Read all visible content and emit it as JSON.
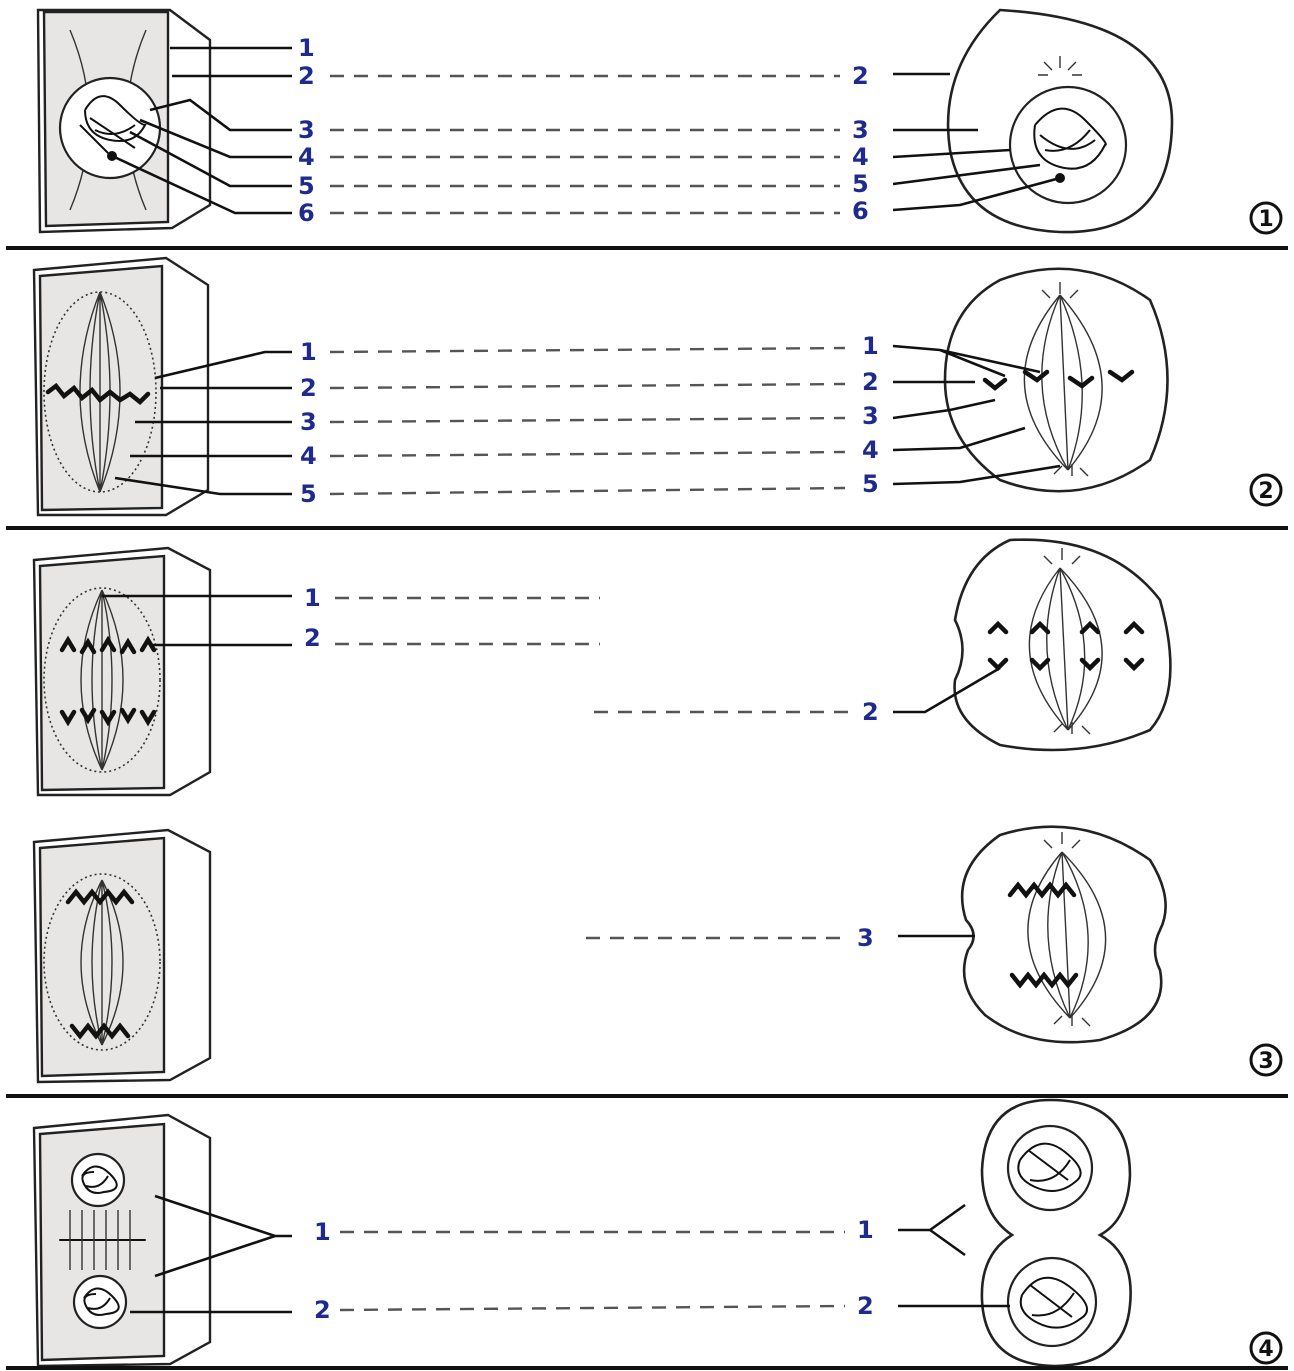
{
  "stages": [
    {
      "stage_number": "1",
      "labels_left": [
        "1",
        "2",
        "3",
        "4",
        "5",
        "6"
      ],
      "labels_right": [
        "2",
        "3",
        "4",
        "5",
        "6"
      ]
    },
    {
      "stage_number": "2",
      "labels_left": [
        "1",
        "2",
        "3",
        "4",
        "5"
      ],
      "labels_right": [
        "1",
        "2",
        "3",
        "4",
        "5"
      ]
    },
    {
      "stage_number": "3",
      "labels_left": [
        "1",
        "2"
      ],
      "labels_right": [
        "2",
        "3"
      ]
    },
    {
      "stage_number": "4",
      "labels_left": [
        "1",
        "2"
      ],
      "labels_right": [
        "1",
        "2"
      ]
    }
  ]
}
